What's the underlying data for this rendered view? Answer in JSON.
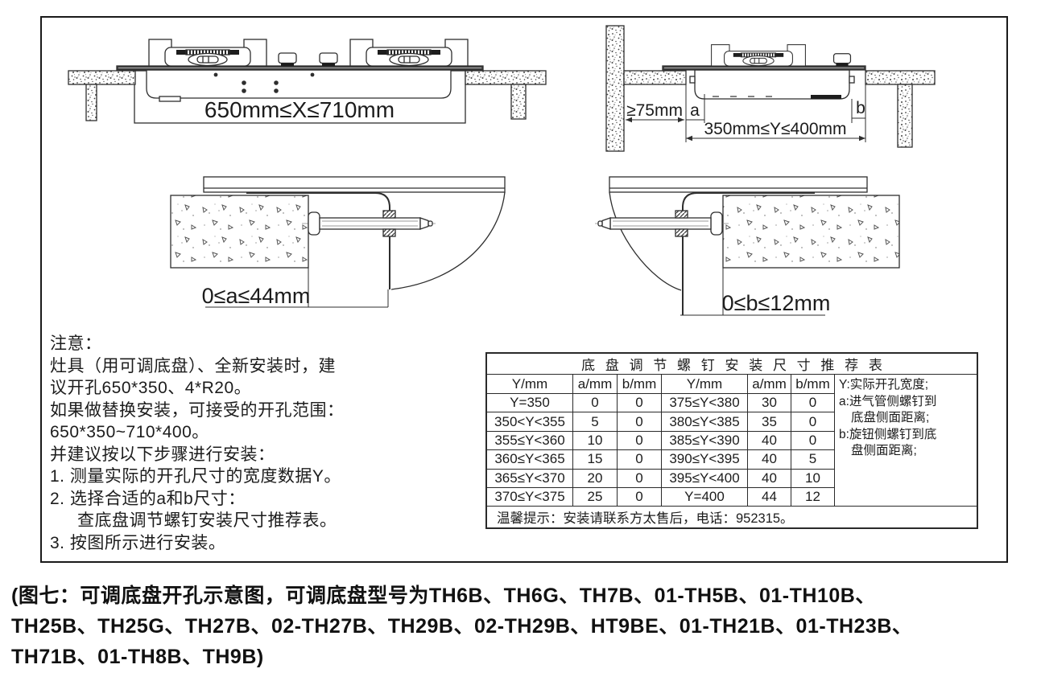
{
  "page": {
    "background": "#ffffff",
    "line_color": "#2e2e2e"
  },
  "diagrams": {
    "front_view": {
      "x_range_label": "650mm≤X≤710mm"
    },
    "side_view": {
      "wall_clearance_label": "≥75mm",
      "gap_a_label": "a",
      "gap_b_label": "b",
      "y_range_label": "350mm≤Y≤400mm"
    },
    "detail_a": {
      "range_label": "0≤a≤44mm"
    },
    "detail_b": {
      "range_label": "0≤b≤12mm"
    }
  },
  "notes": {
    "lines": [
      "注意：",
      "灶具（用可调底盘）、全新安装时，建",
      "议开孔650*350、4*R20。",
      "如果做替换安装，可接受的开孔范围：",
      "650*350~710*400。",
      "并建议按以下步骤进行安装：",
      "1. 测量实际的开孔尺寸的宽度数据Y。",
      "2. 选择合适的a和b尺寸：",
      "查底盘调节螺钉安装尺寸推荐表。",
      "3. 按图所示进行安装。"
    ]
  },
  "table": {
    "title": "底 盘 调 节 螺 钉 安 装 尺 寸 推 荐 表",
    "headers": [
      "Y/mm",
      "a/mm",
      "b/mm",
      "Y/mm",
      "a/mm",
      "b/mm"
    ],
    "rows": [
      [
        "Y=350",
        "0",
        "0",
        "375≤Y<380",
        "30",
        "0"
      ],
      [
        "350<Y<355",
        "5",
        "0",
        "380≤Y<385",
        "35",
        "0"
      ],
      [
        "355≤Y<360",
        "10",
        "0",
        "385≤Y<390",
        "40",
        "0"
      ],
      [
        "360≤Y<365",
        "15",
        "0",
        "390≤Y<395",
        "40",
        "5"
      ],
      [
        "365≤Y<370",
        "20",
        "0",
        "395≤Y<400",
        "40",
        "10"
      ],
      [
        "370≤Y<375",
        "25",
        "0",
        "Y=400",
        "44",
        "12"
      ]
    ],
    "legend_lines": [
      "Y:实际开孔宽度;",
      "a:进气管侧螺钉到",
      "底盘侧面距离;",
      "b:旋钮侧螺钉到底",
      "盘侧面距离;"
    ],
    "footer": "温馨提示：安装请联系方太售后，电话：952315。"
  },
  "caption": {
    "lines": [
      "(图七：可调底盘开孔示意图，可调底盘型号为TH6B、TH6G、TH7B、01-TH5B、01-TH10B、",
      "TH25B、TH25G、TH27B、02-TH27B、TH29B、02-TH29B、HT9BE、01-TH21B、01-TH23B、",
      "TH71B、01-TH8B、TH9B)"
    ]
  }
}
